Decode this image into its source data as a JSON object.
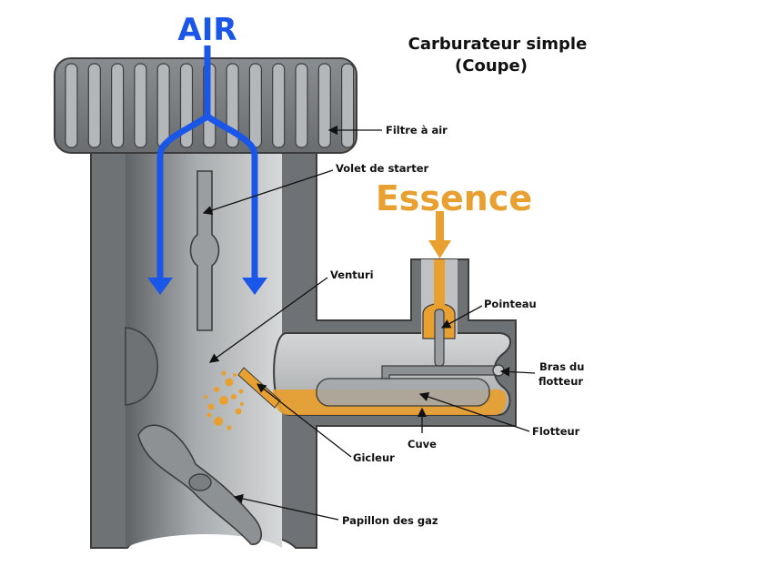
{
  "title": {
    "line1": "Carburateur simple",
    "line2": "(Coupe)"
  },
  "inputs": {
    "air": "AIR",
    "fuel": "Essence"
  },
  "colors": {
    "air_arrow": "#1a56e8",
    "fuel": "#e8a030",
    "body_dark": "#6e7275",
    "body_light": "#c7c9ca",
    "outline": "#3c3c3c",
    "label_text": "#111111"
  },
  "labels": {
    "filtre": "Filtre à air",
    "volet": "Volet de starter",
    "venturi": "Venturi",
    "pointeau": "Pointeau",
    "bras_line1": "Bras du",
    "bras_line2": "flotteur",
    "flotteur": "Flotteur",
    "cuve": "Cuve",
    "gicleur": "Gicleur",
    "papillon": "Papillon des gaz"
  }
}
